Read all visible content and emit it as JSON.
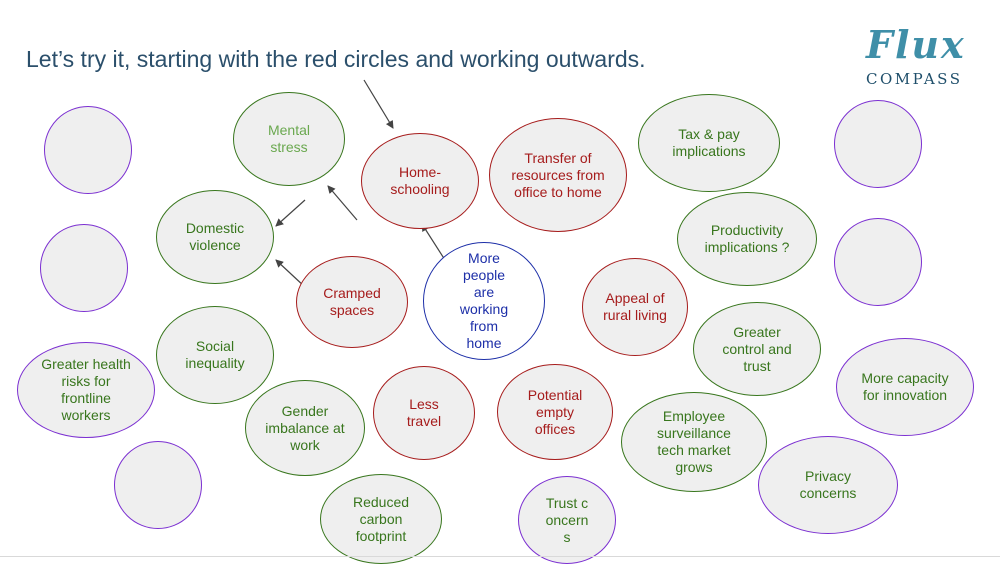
{
  "slide": {
    "title": "Let’s try it, starting with the red circles and working outwards."
  },
  "logo": {
    "word": "Flux",
    "sub": "COMPASS"
  },
  "colors": {
    "green": "#38761d",
    "red": "#a61c1c",
    "blue": "#1d2fa8",
    "purple": "#7b2fd1",
    "fill": "#efefef"
  },
  "nodes": {
    "mental_stress": "Mental stress",
    "home_schooling": "Home-schooling",
    "transfer": "Transfer of resources from office to home",
    "tax": "Tax & pay implications",
    "domestic_violence": "Domestic violence",
    "productivity": "Productivity implications ?",
    "cramped": "Cramped spaces",
    "center": "More people are working from home",
    "rural": "Appeal of rural living",
    "social_inequality": "Social inequality",
    "greater_control": "Greater control and trust",
    "health_risks": "Greater health risks for frontline workers",
    "more_capacity": "More capacity for innovation",
    "gender": "Gender imbalance at work",
    "less_travel": "Less travel",
    "empty_offices": "Potential empty offices",
    "surveillance": "Employee surveillance tech market grows",
    "privacy": "Privacy concerns",
    "carbon": "Reduced carbon footprint",
    "trust": "Trust concerns"
  }
}
